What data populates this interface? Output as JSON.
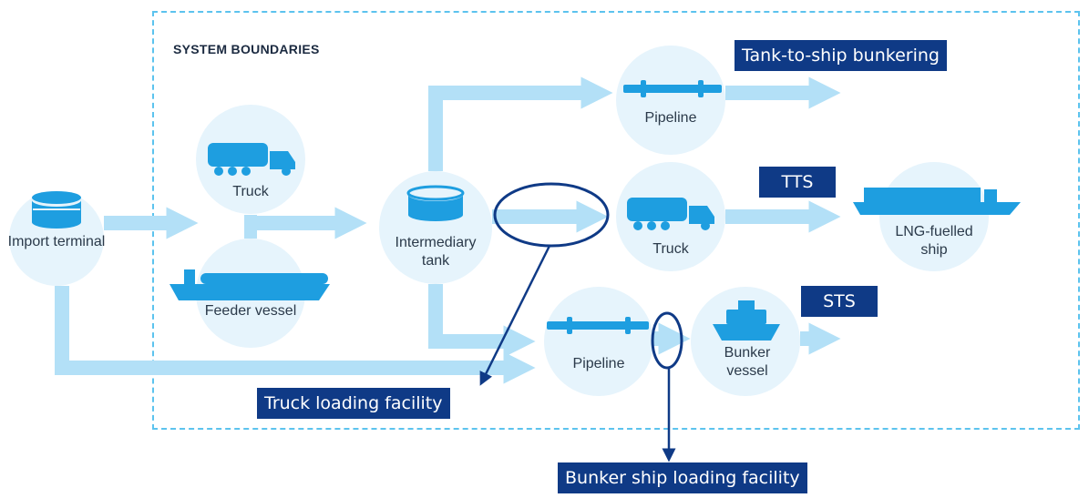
{
  "boundary_title": "SYSTEM BOUNDARIES",
  "nodes": {
    "import_terminal": "Import terminal",
    "truck_feeder": "Truck",
    "feeder_vessel": "Feeder vessel",
    "intermediary_tank": "Intermediary tank",
    "pipeline_top": "Pipeline",
    "truck_middle": "Truck",
    "lng_ship": "LNG-fuelled ship",
    "pipeline_bottom": "Pipeline",
    "bunker_vessel": "Bunker vessel"
  },
  "callouts": {
    "tank_to_ship": "Tank-to-ship bunkering",
    "tts": "TTS",
    "sts": "STS",
    "truck_loading": "Truck loading facility",
    "bunker_ship_loading": "Bunker ship loading facility"
  },
  "colors": {
    "arrow": "#b3e0f7",
    "circle": "#e6f4fc",
    "icon": "#1e9ee0",
    "callout_bg": "#0f3a86",
    "boundary": "#5cc3ee"
  }
}
